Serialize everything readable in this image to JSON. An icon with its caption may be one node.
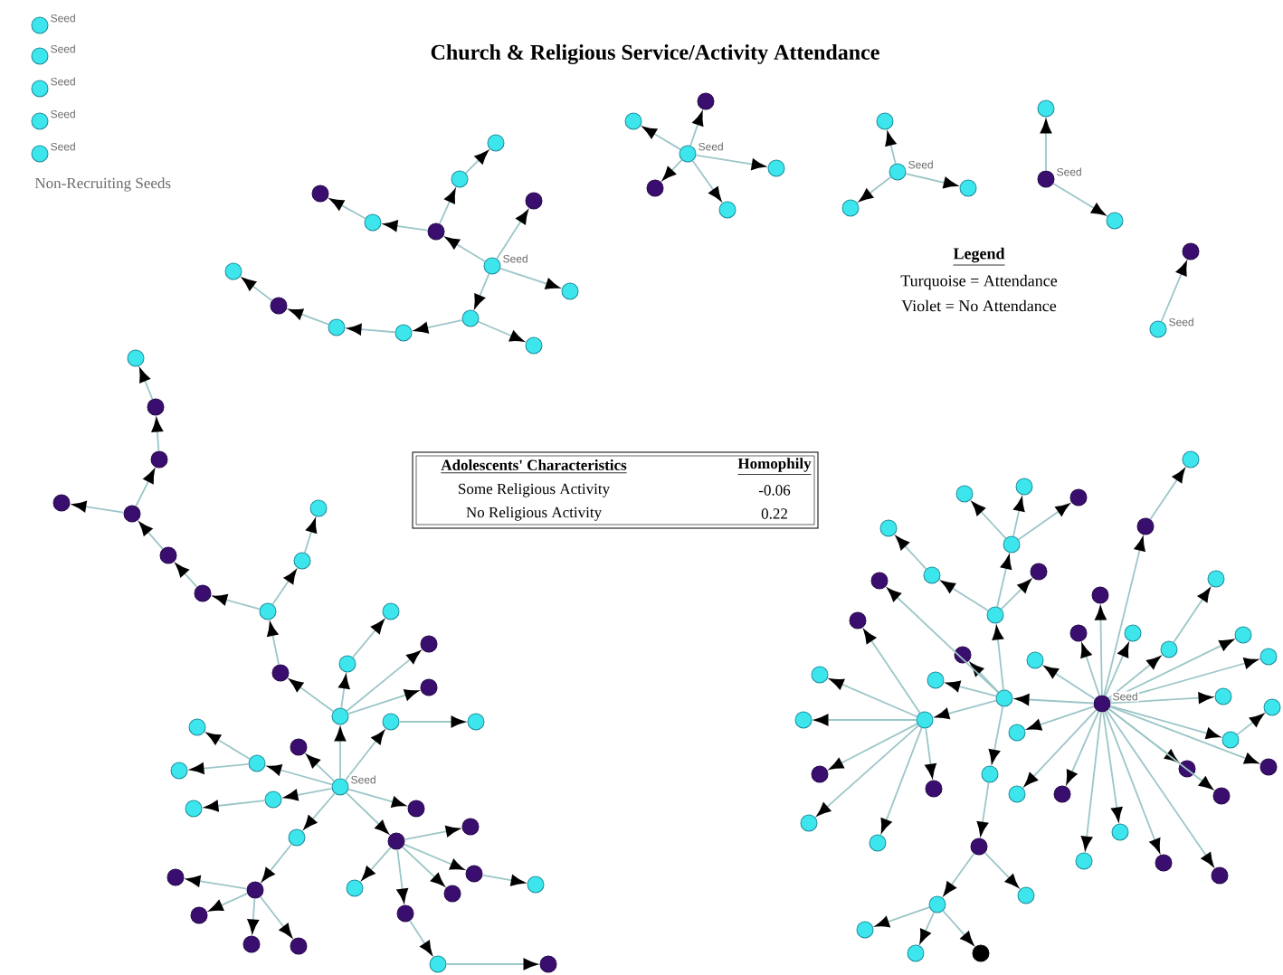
{
  "diagram": {
    "title": "Church & Religious Service/Activity Attendance",
    "nodes": [
      {
        "text": [],
        "shape": "circle",
        "beside": [
          "Seed"
        ]
      },
      {
        "text": [],
        "shape": "circle",
        "beside": [
          "Seed"
        ]
      },
      {
        "text": [],
        "shape": "circle",
        "beside": [
          "Seed"
        ]
      },
      {
        "text": [],
        "shape": "circle",
        "beside": [
          "Seed"
        ]
      },
      {
        "text": [],
        "shape": "circle",
        "beside": [
          "Seed"
        ]
      },
      {
        "text": [],
        "shape": "circle",
        "beside": [
          "Seed"
        ]
      },
      {
        "text": [],
        "shape": "circle"
      },
      {
        "text": [],
        "shape": "circle"
      },
      {
        "text": [],
        "shape": "circle"
      },
      {
        "text": [],
        "shape": "circle"
      },
      {
        "text": [],
        "shape": "circle"
      },
      {
        "text": [],
        "shape": "circle"
      },
      {
        "text": [],
        "shape": "circle"
      },
      {
        "text": [],
        "shape": "circle"
      },
      {
        "text": [],
        "shape": "circle"
      },
      {
        "text": [],
        "shape": "circle"
      },
      {
        "text": [],
        "shape": "circle"
      },
      {
        "text": [],
        "shape": "circle"
      },
      {
        "text": [],
        "shape": "circle"
      },
      {
        "text": [],
        "shape": "circle",
        "beside": [
          "Seed"
        ]
      },
      {
        "text": [],
        "shape": "circle"
      },
      {
        "text": [],
        "shape": "circle"
      },
      {
        "text": [],
        "shape": "circle"
      },
      {
        "text": [],
        "shape": "circle"
      },
      {
        "text": [],
        "shape": "circle"
      },
      {
        "text": [],
        "shape": "circle",
        "beside": [
          "Seed"
        ]
      },
      {
        "text": [],
        "shape": "circle"
      },
      {
        "text": [],
        "shape": "circle"
      },
      {
        "text": [],
        "shape": "circle"
      },
      {
        "text": [],
        "shape": "circle",
        "beside": [
          "Seed"
        ]
      },
      {
        "text": [],
        "shape": "circle"
      },
      {
        "text": [],
        "shape": "circle"
      },
      {
        "text": [],
        "shape": "circle",
        "beside": [
          "Seed"
        ]
      },
      {
        "text": [],
        "shape": "circle"
      },
      {
        "text": [],
        "shape": "circle",
        "beside": [
          "Seed"
        ]
      },
      {
        "text": [],
        "shape": "circle"
      },
      {
        "text": [],
        "shape": "circle"
      },
      {
        "text": [],
        "shape": "circle"
      },
      {
        "text": [],
        "shape": "circle"
      },
      {
        "text": [],
        "shape": "circle"
      },
      {
        "text": [],
        "shape": "circle"
      },
      {
        "text": [],
        "shape": "circle"
      },
      {
        "text": [],
        "shape": "circle"
      },
      {
        "text": [],
        "shape": "circle"
      },
      {
        "text": [],
        "shape": "circle"
      },
      {
        "text": [],
        "shape": "circle"
      },
      {
        "text": [],
        "shape": "circle"
      },
      {
        "text": [],
        "shape": "circle"
      },
      {
        "text": [],
        "shape": "circle"
      },
      {
        "text": [],
        "shape": "circle"
      },
      {
        "text": [],
        "shape": "circle"
      },
      {
        "text": [],
        "shape": "circle"
      },
      {
        "text": [],
        "shape": "circle"
      },
      {
        "text": [],
        "shape": "circle"
      },
      {
        "text": [],
        "shape": "circle"
      },
      {
        "text": [],
        "shape": "circle"
      },
      {
        "text": [],
        "shape": "circle"
      },
      {
        "text": [],
        "shape": "circle"
      },
      {
        "text": [],
        "shape": "circle"
      },
      {
        "text": [],
        "shape": "circle"
      },
      {
        "text": [],
        "shape": "circle"
      },
      {
        "text": [],
        "shape": "circle"
      },
      {
        "text": [],
        "shape": "circle"
      },
      {
        "text": [],
        "shape": "circle"
      },
      {
        "text": [],
        "shape": "circle"
      },
      {
        "text": [],
        "shape": "circle"
      },
      {
        "text": [],
        "shape": "circle"
      },
      {
        "text": [],
        "shape": "circle"
      },
      {
        "text": [],
        "shape": "circle"
      },
      {
        "text": [],
        "shape": "circle"
      },
      {
        "text": [],
        "shape": "circle"
      },
      {
        "text": [],
        "shape": "circle"
      },
      {
        "text": [],
        "shape": "circle"
      },
      {
        "text": [],
        "shape": "circle"
      },
      {
        "text": [],
        "shape": "circle"
      },
      {
        "text": [],
        "shape": "circle",
        "beside": [
          "Seed"
        ]
      },
      {
        "text": [],
        "shape": "circle"
      },
      {
        "text": [],
        "shape": "circle"
      },
      {
        "text": [],
        "shape": "circle"
      },
      {
        "text": [],
        "shape": "circle"
      },
      {
        "text": [],
        "shape": "circle"
      },
      {
        "text": [],
        "shape": "circle"
      },
      {
        "text": [],
        "shape": "circle"
      },
      {
        "text": [],
        "shape": "circle"
      },
      {
        "text": [],
        "shape": "circle"
      },
      {
        "text": [],
        "shape": "circle"
      },
      {
        "text": [],
        "shape": "circle"
      },
      {
        "text": [],
        "shape": "circle"
      },
      {
        "text": [],
        "shape": "circle"
      },
      {
        "text": [],
        "shape": "circle"
      },
      {
        "text": [],
        "shape": "circle"
      },
      {
        "text": [],
        "shape": "circle"
      },
      {
        "text": [],
        "shape": "circle"
      },
      {
        "text": [],
        "shape": "circle"
      },
      {
        "text": [],
        "shape": "circle"
      },
      {
        "text": [],
        "shape": "circle"
      },
      {
        "text": [],
        "shape": "circle"
      },
      {
        "text": [],
        "shape": "circle"
      },
      {
        "text": [],
        "shape": "circle"
      },
      {
        "text": [],
        "shape": "circle"
      },
      {
        "text": [],
        "shape": "circle"
      },
      {
        "text": [],
        "shape": "circle"
      },
      {
        "text": [],
        "shape": "circle"
      },
      {
        "text": [],
        "shape": "circle"
      },
      {
        "text": [],
        "shape": "circle"
      },
      {
        "text": [],
        "shape": "circle"
      },
      {
        "text": [],
        "shape": "circle"
      },
      {
        "text": [],
        "shape": "circle"
      },
      {
        "text": [],
        "shape": "circle"
      },
      {
        "text": [],
        "shape": "circle"
      },
      {
        "text": [],
        "shape": "circle"
      },
      {
        "text": [],
        "shape": "circle"
      },
      {
        "text": [],
        "shape": "circle"
      },
      {
        "text": [],
        "shape": "circle"
      },
      {
        "text": [],
        "shape": "circle"
      },
      {
        "text": [],
        "shape": "circle"
      },
      {
        "text": [],
        "shape": "circle"
      },
      {
        "text": [],
        "shape": "circle"
      },
      {
        "text": [],
        "shape": "circle"
      },
      {
        "text": [],
        "shape": "circle"
      },
      {
        "text": [],
        "shape": "circle"
      },
      {
        "text": [],
        "shape": "circle"
      },
      {
        "text": [],
        "shape": "circle"
      },
      {
        "text": [],
        "shape": "circle"
      },
      {
        "text": [],
        "shape": "circle"
      },
      {
        "text": [],
        "shape": "circle"
      }
    ],
    "edges": [
      {
        "from": 5,
        "to": 6,
        "arrow": "to"
      },
      {
        "from": 6,
        "to": 7,
        "arrow": "to"
      },
      {
        "from": 7,
        "to": 8,
        "arrow": "to"
      },
      {
        "from": 6,
        "to": 9,
        "arrow": "to"
      },
      {
        "from": 9,
        "to": 10,
        "arrow": "to"
      },
      {
        "from": 5,
        "to": 11,
        "arrow": "to"
      },
      {
        "from": 5,
        "to": 12,
        "arrow": "to"
      },
      {
        "from": 5,
        "to": 13,
        "arrow": "to"
      },
      {
        "from": 13,
        "to": 14,
        "arrow": "to"
      },
      {
        "from": 13,
        "to": 15,
        "arrow": "to"
      },
      {
        "from": 15,
        "to": 16,
        "arrow": "to"
      },
      {
        "from": 16,
        "to": 17,
        "arrow": "to"
      },
      {
        "from": 17,
        "to": 18,
        "arrow": "to"
      },
      {
        "from": 19,
        "to": 20,
        "arrow": "to"
      },
      {
        "from": 19,
        "to": 21,
        "arrow": "to"
      },
      {
        "from": 19,
        "to": 22,
        "arrow": "to"
      },
      {
        "from": 19,
        "to": 23,
        "arrow": "to"
      },
      {
        "from": 19,
        "to": 24,
        "arrow": "to"
      },
      {
        "from": 25,
        "to": 26,
        "arrow": "to"
      },
      {
        "from": 25,
        "to": 27,
        "arrow": "to"
      },
      {
        "from": 25,
        "to": 28,
        "arrow": "to"
      },
      {
        "from": 29,
        "to": 30,
        "arrow": "to"
      },
      {
        "from": 29,
        "to": 31,
        "arrow": "to"
      },
      {
        "from": 32,
        "to": 33,
        "arrow": "to"
      },
      {
        "from": 34,
        "to": 35,
        "arrow": "to"
      },
      {
        "from": 35,
        "to": 36,
        "arrow": "to"
      },
      {
        "from": 36,
        "to": 37,
        "arrow": "to"
      },
      {
        "from": 35,
        "to": 38,
        "arrow": "to"
      },
      {
        "from": 35,
        "to": 39,
        "arrow": "to"
      },
      {
        "from": 35,
        "to": 40,
        "arrow": "to"
      },
      {
        "from": 40,
        "to": 41,
        "arrow": "to"
      },
      {
        "from": 41,
        "to": 42,
        "arrow": "to"
      },
      {
        "from": 42,
        "to": 43,
        "arrow": "to"
      },
      {
        "from": 41,
        "to": 44,
        "arrow": "to"
      },
      {
        "from": 44,
        "to": 45,
        "arrow": "to"
      },
      {
        "from": 45,
        "to": 46,
        "arrow": "to"
      },
      {
        "from": 46,
        "to": 47,
        "arrow": "to"
      },
      {
        "from": 46,
        "to": 48,
        "arrow": "to"
      },
      {
        "from": 48,
        "to": 49,
        "arrow": "to"
      },
      {
        "from": 49,
        "to": 50,
        "arrow": "to"
      },
      {
        "from": 34,
        "to": 51,
        "arrow": "to"
      },
      {
        "from": 51,
        "to": 52,
        "arrow": "to"
      },
      {
        "from": 34,
        "to": 53,
        "arrow": "to"
      },
      {
        "from": 34,
        "to": 54,
        "arrow": "to"
      },
      {
        "from": 54,
        "to": 55,
        "arrow": "to"
      },
      {
        "from": 54,
        "to": 56,
        "arrow": "to"
      },
      {
        "from": 34,
        "to": 57,
        "arrow": "to"
      },
      {
        "from": 57,
        "to": 58,
        "arrow": "to"
      },
      {
        "from": 34,
        "to": 59,
        "arrow": "to"
      },
      {
        "from": 34,
        "to": 60,
        "arrow": "to"
      },
      {
        "from": 60,
        "to": 61,
        "arrow": "to"
      },
      {
        "from": 61,
        "to": 62,
        "arrow": "to"
      },
      {
        "from": 61,
        "to": 63,
        "arrow": "to"
      },
      {
        "from": 61,
        "to": 64,
        "arrow": "to"
      },
      {
        "from": 61,
        "to": 65,
        "arrow": "to"
      },
      {
        "from": 34,
        "to": 66,
        "arrow": "to"
      },
      {
        "from": 66,
        "to": 67,
        "arrow": "to"
      },
      {
        "from": 66,
        "to": 68,
        "arrow": "to"
      },
      {
        "from": 66,
        "to": 69,
        "arrow": "to"
      },
      {
        "from": 66,
        "to": 70,
        "arrow": "to"
      },
      {
        "from": 70,
        "to": 71,
        "arrow": "to"
      },
      {
        "from": 66,
        "to": 72,
        "arrow": "to"
      },
      {
        "from": 72,
        "to": 73,
        "arrow": "to"
      },
      {
        "from": 73,
        "to": 74,
        "arrow": "to"
      },
      {
        "from": 75,
        "to": 76,
        "arrow": "to"
      },
      {
        "from": 76,
        "to": 77,
        "arrow": "to"
      },
      {
        "from": 75,
        "to": 78,
        "arrow": "to"
      },
      {
        "from": 75,
        "to": 79,
        "arrow": "to"
      },
      {
        "from": 75,
        "to": 80,
        "arrow": "to"
      },
      {
        "from": 75,
        "to": 81,
        "arrow": "to"
      },
      {
        "from": 81,
        "to": 82,
        "arrow": "to"
      },
      {
        "from": 75,
        "to": 83,
        "arrow": "to"
      },
      {
        "from": 75,
        "to": 84,
        "arrow": "to"
      },
      {
        "from": 75,
        "to": 85,
        "arrow": "to"
      },
      {
        "from": 75,
        "to": 86,
        "arrow": "to"
      },
      {
        "from": 86,
        "to": 87,
        "arrow": "to"
      },
      {
        "from": 75,
        "to": 88,
        "arrow": "to"
      },
      {
        "from": 75,
        "to": 89,
        "arrow": "to"
      },
      {
        "from": 75,
        "to": 90,
        "arrow": "to"
      },
      {
        "from": 75,
        "to": 91,
        "arrow": "to"
      },
      {
        "from": 75,
        "to": 92,
        "arrow": "to"
      },
      {
        "from": 75,
        "to": 93,
        "arrow": "to"
      },
      {
        "from": 75,
        "to": 94,
        "arrow": "to"
      },
      {
        "from": 75,
        "to": 95,
        "arrow": "to"
      },
      {
        "from": 75,
        "to": 96,
        "arrow": "to"
      },
      {
        "from": 75,
        "to": 97,
        "arrow": "to"
      },
      {
        "from": 75,
        "to": 98,
        "arrow": "to"
      },
      {
        "from": 75,
        "to": 99,
        "arrow": "to"
      },
      {
        "from": 99,
        "to": 100,
        "arrow": "to"
      },
      {
        "from": 100,
        "to": 101,
        "arrow": "to"
      },
      {
        "from": 101,
        "to": 102,
        "arrow": "to"
      },
      {
        "from": 101,
        "to": 103,
        "arrow": "to"
      },
      {
        "from": 101,
        "to": 104,
        "arrow": "to"
      },
      {
        "from": 100,
        "to": 105,
        "arrow": "to"
      },
      {
        "from": 100,
        "to": 106,
        "arrow": "to"
      },
      {
        "from": 106,
        "to": 107,
        "arrow": "to"
      },
      {
        "from": 99,
        "to": 108,
        "arrow": "to"
      },
      {
        "from": 99,
        "to": 109,
        "arrow": "to"
      },
      {
        "from": 99,
        "to": 110,
        "arrow": "to"
      },
      {
        "from": 99,
        "to": 111,
        "arrow": "to"
      },
      {
        "from": 111,
        "to": 112,
        "arrow": "to"
      },
      {
        "from": 111,
        "to": 113,
        "arrow": "to"
      },
      {
        "from": 111,
        "to": 114,
        "arrow": "to"
      },
      {
        "from": 111,
        "to": 115,
        "arrow": "to"
      },
      {
        "from": 111,
        "to": 116,
        "arrow": "to"
      },
      {
        "from": 111,
        "to": 117,
        "arrow": "to"
      },
      {
        "from": 111,
        "to": 118,
        "arrow": "to"
      },
      {
        "from": 99,
        "to": 119,
        "arrow": "to"
      },
      {
        "from": 119,
        "to": 120,
        "arrow": "to"
      },
      {
        "from": 120,
        "to": 121,
        "arrow": "to"
      },
      {
        "from": 120,
        "to": 122,
        "arrow": "to"
      },
      {
        "from": 122,
        "to": 123,
        "arrow": "to"
      },
      {
        "from": 122,
        "to": 124,
        "arrow": "to"
      },
      {
        "from": 122,
        "to": 125,
        "arrow": "to"
      }
    ],
    "labels": [
      "Non-Recruiting Seeds",
      "Legend",
      "Turquoise = Attendance",
      "Violet = No Attendance",
      "Adolescents' Characteristics",
      "Homophily",
      "Some Religious Activity",
      "-0.06",
      "No Religious Activity",
      "0.22"
    ]
  }
}
